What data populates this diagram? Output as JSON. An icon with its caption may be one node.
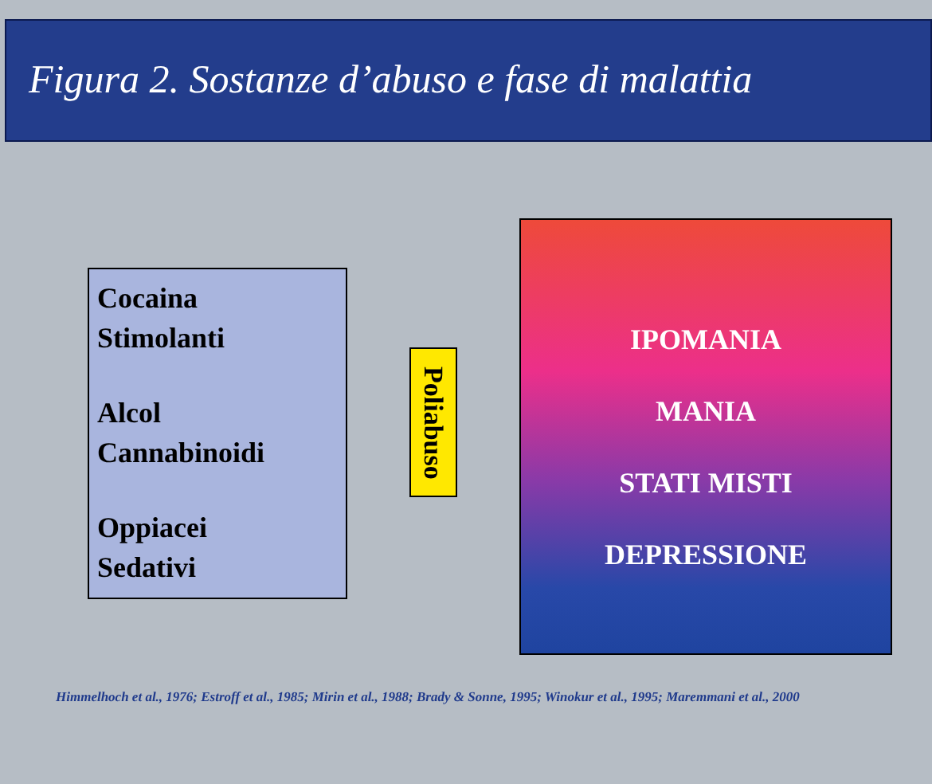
{
  "diagram": {
    "title": "Figura 2. Sostanze d’abuso e fase di malattia",
    "nodes": [
      {
        "text": [
          "Cocaina Stimolanti",
          "Alcol Cannabinoidi",
          "Oppiacei Sedativi"
        ]
      },
      {
        "text": [
          "Poliabuso"
        ]
      },
      {
        "text": [
          "IPOMANIA",
          "MANIA",
          "STATI MISTI",
          "DEPRESSIONE"
        ]
      }
    ],
    "labels": [
      "Himmelhoch et al., 1976; Estroff et al., 1985; Mirin et al., 1988; Brady & Sonne, 1995; Winokur et al., 1995; Maremmani et al., 2000"
    ]
  }
}
